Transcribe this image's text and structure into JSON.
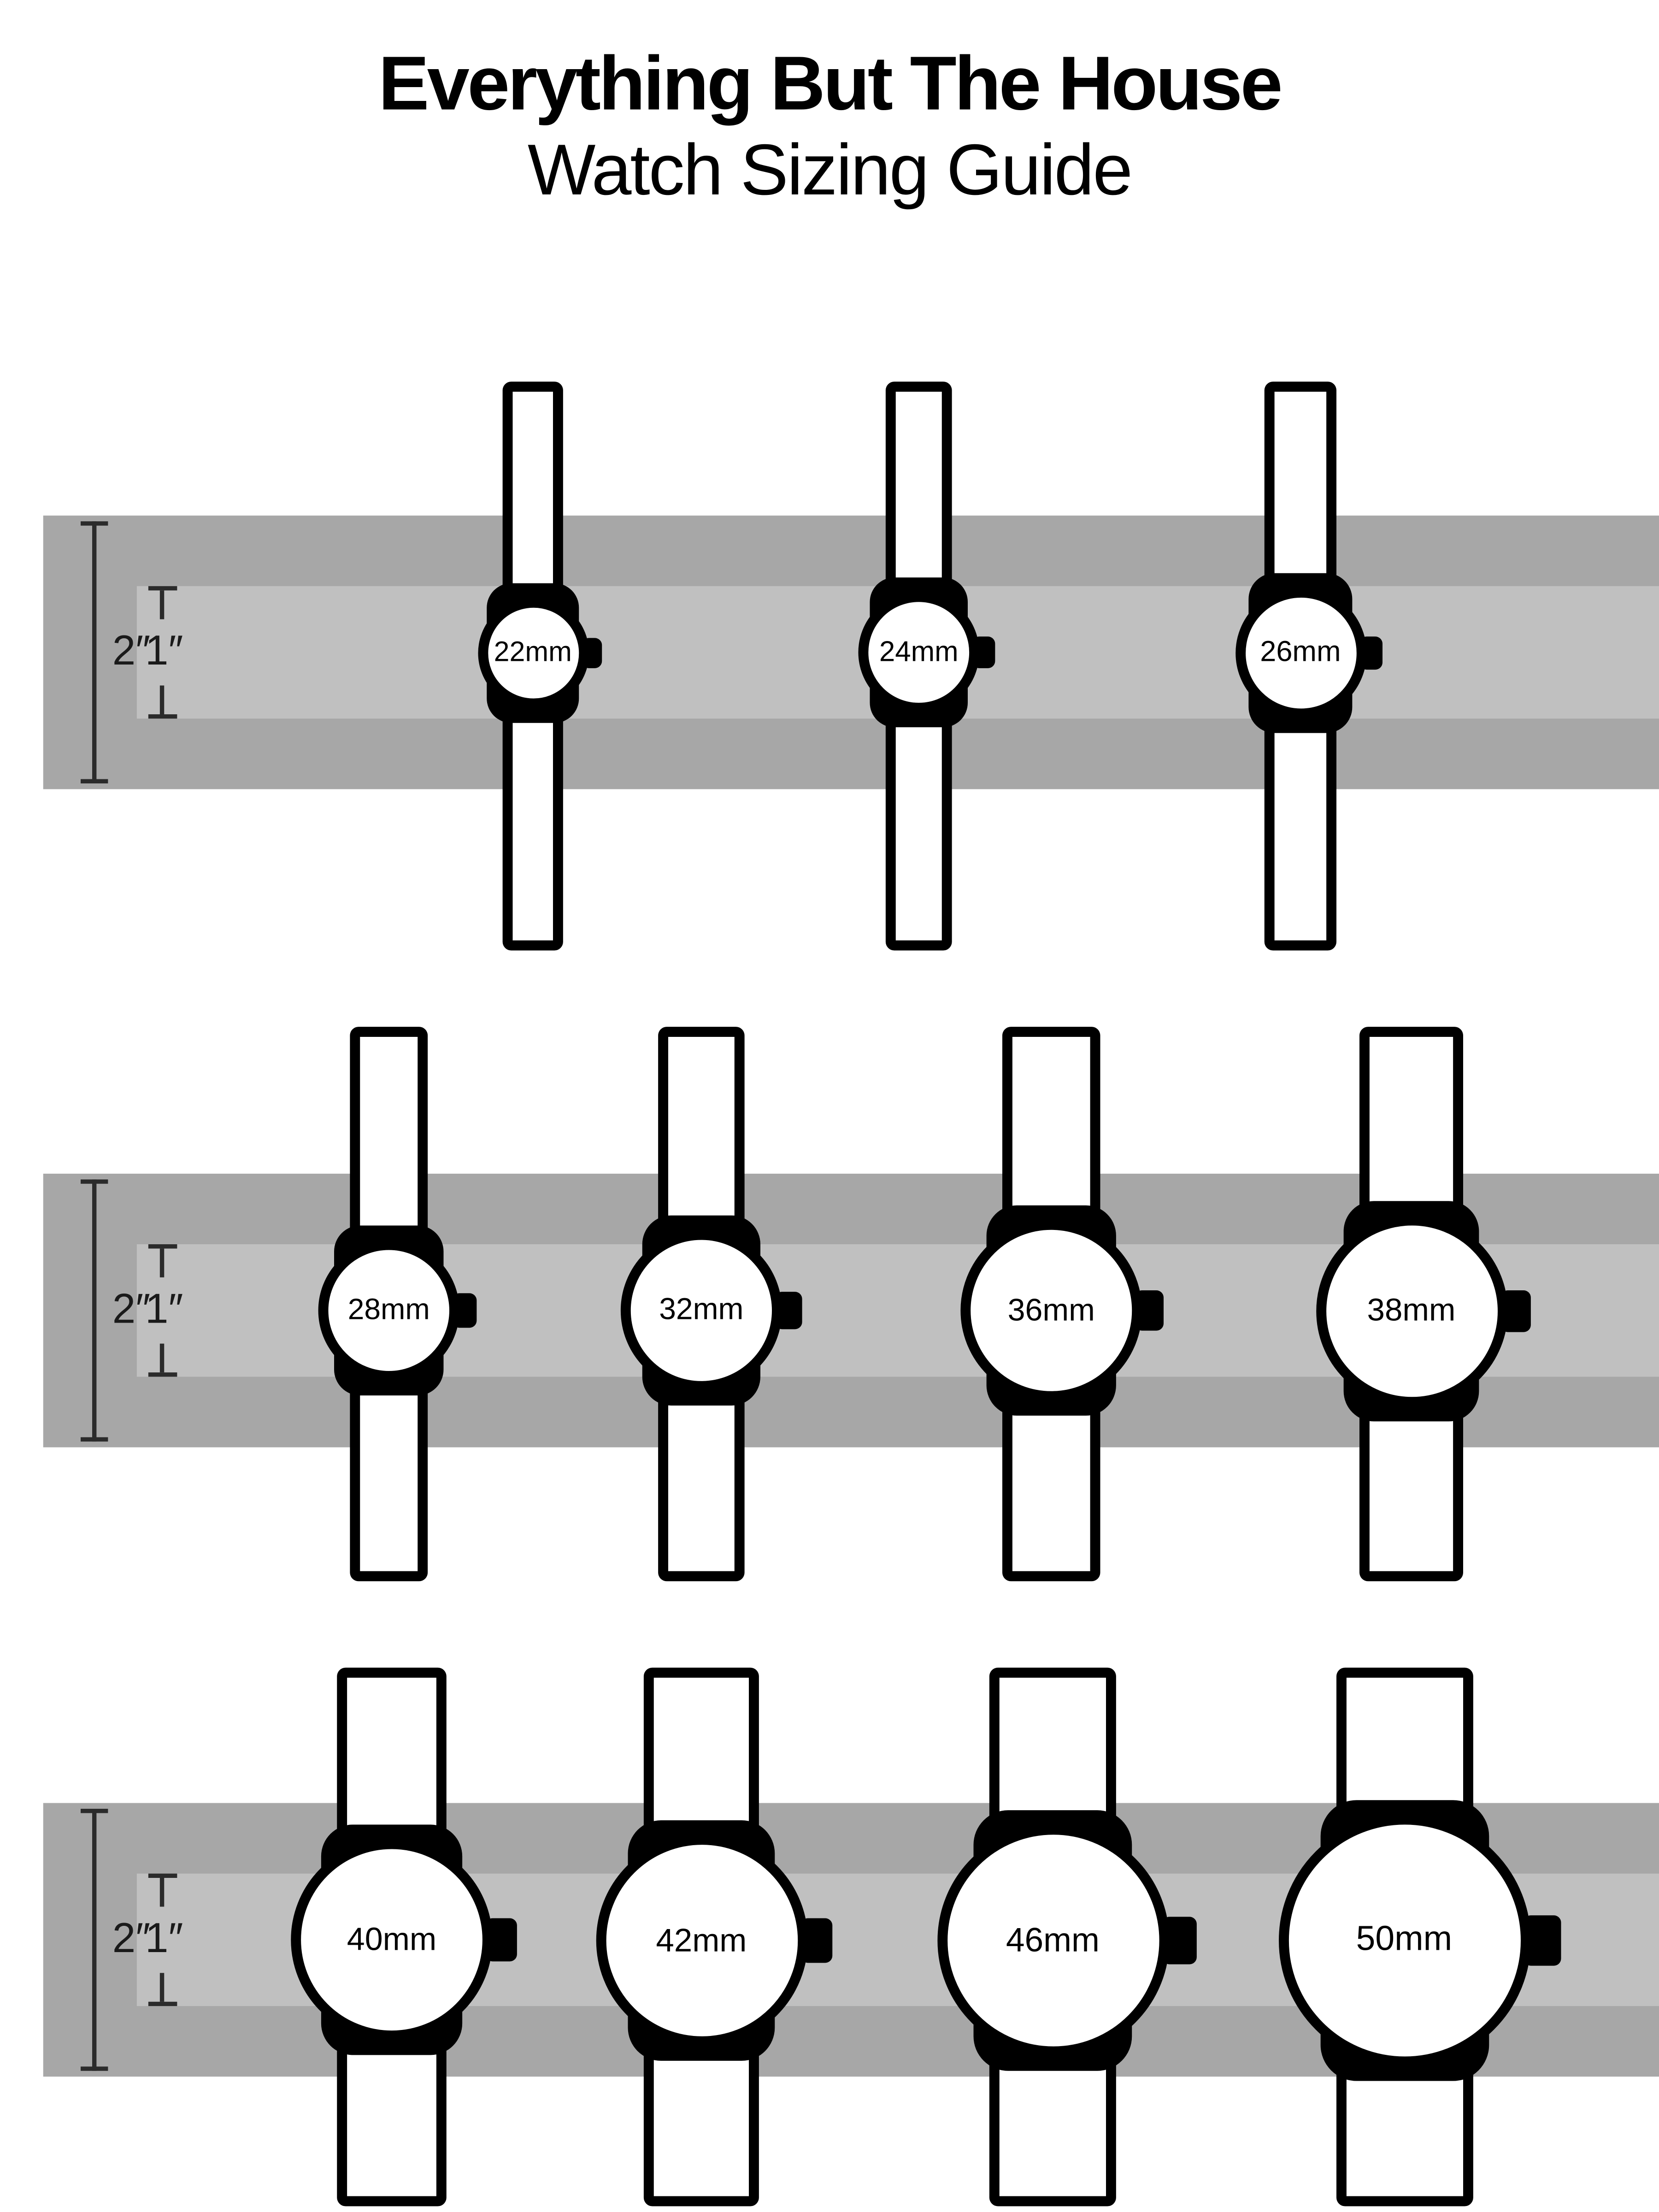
{
  "title": {
    "line1": "Everything But The House",
    "line2": "Watch Sizing Guide"
  },
  "measurements": {
    "outer": "2″",
    "inner": "1″"
  },
  "colors": {
    "background": "#ffffff",
    "band_outer": "#a7a7a7",
    "band_inner": "#c0c0c0",
    "outline": "#000000",
    "dial_fill": "#ffffff",
    "text": "#000000"
  },
  "rows": [
    {
      "name": "small-watches",
      "watches": [
        {
          "label": "22mm",
          "mm": 22
        },
        {
          "label": "24mm",
          "mm": 24
        },
        {
          "label": "26mm",
          "mm": 26
        }
      ]
    },
    {
      "name": "medium-watches",
      "watches": [
        {
          "label": "28mm",
          "mm": 28
        },
        {
          "label": "32mm",
          "mm": 32
        },
        {
          "label": "36mm",
          "mm": 36
        },
        {
          "label": "38mm",
          "mm": 38
        }
      ]
    },
    {
      "name": "large-watches",
      "watches": [
        {
          "label": "40mm",
          "mm": 40
        },
        {
          "label": "42mm",
          "mm": 42
        },
        {
          "label": "46mm",
          "mm": 46
        },
        {
          "label": "50mm",
          "mm": 50
        }
      ]
    }
  ]
}
